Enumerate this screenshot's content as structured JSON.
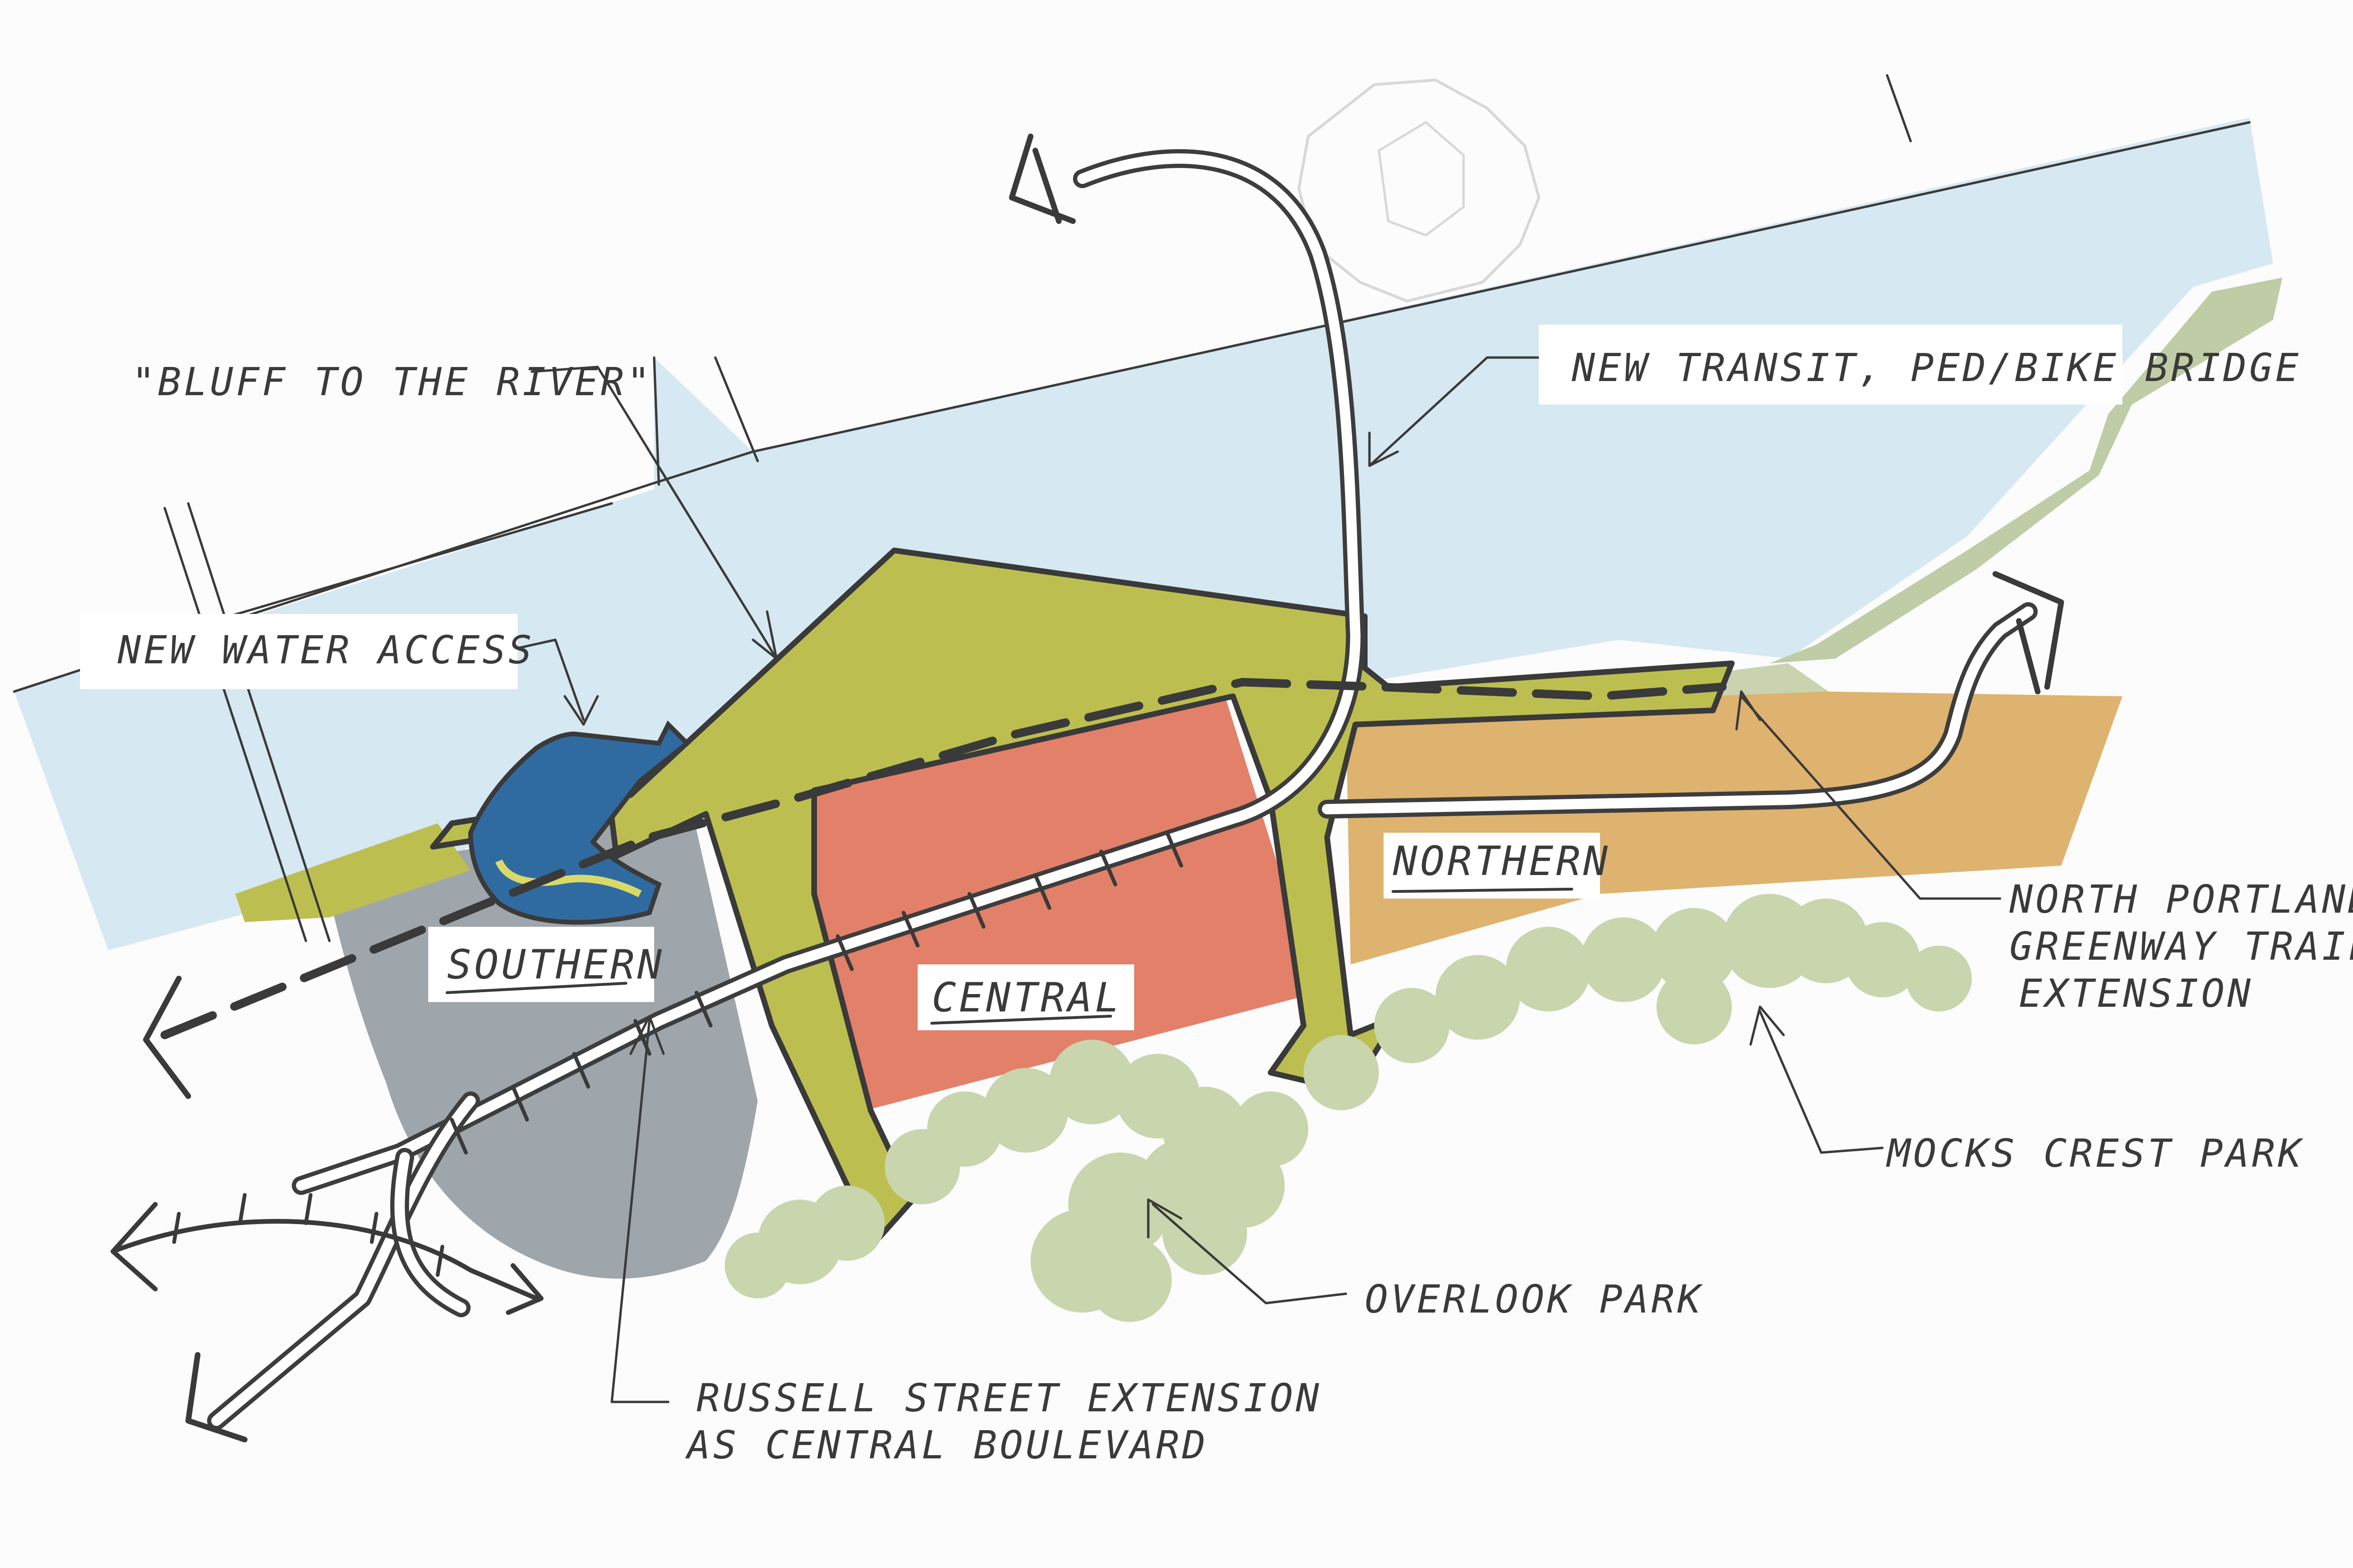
{
  "labels": {
    "bluff_to_river": "\"BLUFF TO THE RIVER\"",
    "new_bridge": "NEW TRANSIT, PED/BIKE BRIDGE",
    "new_water_access": "NEW WATER ACCESS",
    "northern": "NORTHERN",
    "southern": "SOUTHERN",
    "central": "CENTRAL",
    "greenway_line1": "NORTH PORTLAND",
    "greenway_line2": "GREENWAY TRAIL",
    "greenway_line3": "EXTENSION",
    "mocks_crest_park": "MOCKS CREST PARK",
    "overlook_park": "OVERLOOK PARK",
    "russell_line1": "RUSSELL STREET EXTENSION",
    "russell_line2": "AS CENTRAL BOULEVARD"
  },
  "colors": {
    "river": "#d6e8f2",
    "green_connector": "#bcbf4f",
    "central_zone": "#e3806a",
    "northern_zone": "#deb26f",
    "southern_zone": "#9ea5ab",
    "water_access": "#2f6ba0",
    "parks": "#c8d5ad",
    "greenway_strip": "#bfcca6",
    "ink": "#3a3a3a"
  }
}
